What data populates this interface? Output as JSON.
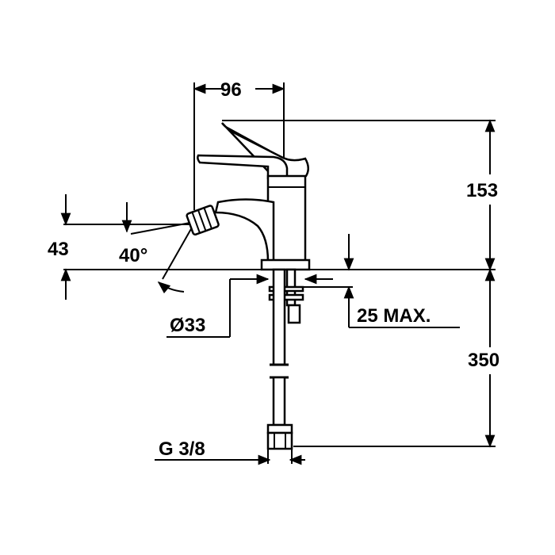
{
  "dimensions": {
    "spout_reach": "96",
    "height_above_deck": "153",
    "nozzle_height": "43",
    "nozzle_angle": "40°",
    "hole_diameter": "Ø33",
    "deck_thickness": "25 MAX.",
    "hose_length": "350",
    "connection_thread": "G 3/8"
  },
  "colors": {
    "line": "#000000",
    "background": "#ffffff"
  }
}
